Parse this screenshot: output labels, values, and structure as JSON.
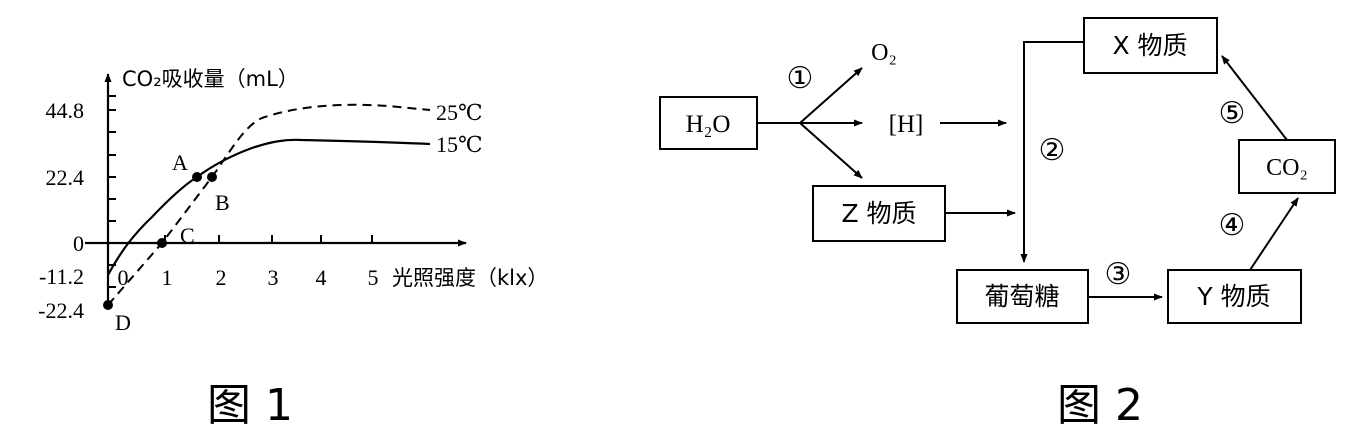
{
  "figure1": {
    "caption": "图 1",
    "y_axis_label": "CO₂吸收量（mL）",
    "x_axis_label": "光照强度（klx）",
    "y_ticks": [
      "44.8",
      "22.4",
      "0",
      "-11.2",
      "-22.4"
    ],
    "x_ticks": [
      "0",
      "1",
      "2",
      "3",
      "4",
      "5"
    ],
    "series": [
      {
        "name": "25℃",
        "style": "dashed",
        "points": [
          [
            0,
            -22.4
          ],
          [
            1,
            0
          ],
          [
            1.9,
            22.4
          ],
          [
            2.8,
            40
          ],
          [
            3.5,
            44.2
          ],
          [
            4.5,
            44.8
          ],
          [
            5.8,
            44.8
          ]
        ]
      },
      {
        "name": "15℃",
        "style": "solid",
        "points": [
          [
            0,
            -11.2
          ],
          [
            0.5,
            3
          ],
          [
            1,
            12
          ],
          [
            1.55,
            22.4
          ],
          [
            2.2,
            30
          ],
          [
            2.8,
            33.5
          ],
          [
            3.5,
            34.3
          ],
          [
            5.8,
            33.8
          ]
        ]
      }
    ],
    "points": [
      {
        "label": "A",
        "x": 1.55,
        "y": 22.4
      },
      {
        "label": "B",
        "x": 1.85,
        "y": 22.4
      },
      {
        "label": "C",
        "x": 1.0,
        "y": 0
      },
      {
        "label": "D",
        "x": 0,
        "y": -22.4
      }
    ]
  },
  "figure2": {
    "caption": "图 2",
    "nodes": {
      "h2o": "H₂O",
      "o2": "O₂",
      "h": "[H]",
      "z": "Z 物质",
      "x": "X 物质",
      "glucose": "葡萄糖",
      "y": "Y 物质",
      "co2": "CO₂"
    },
    "steps": [
      "①",
      "②",
      "③",
      "④",
      "⑤"
    ]
  }
}
